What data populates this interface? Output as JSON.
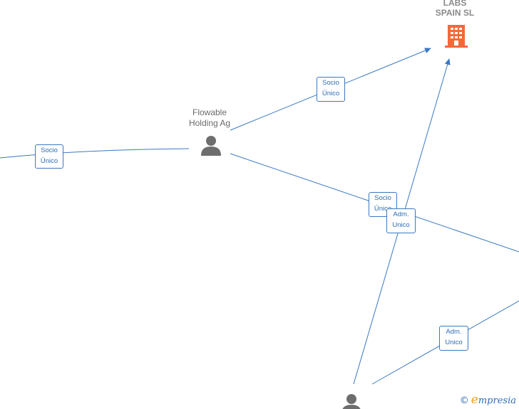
{
  "nodes": {
    "company": {
      "line1": "LABS",
      "line2": "SPAIN  SL",
      "icon": "building-icon",
      "color": "#f26a3a"
    },
    "holding": {
      "line1": "Flowable",
      "line2": "Holding Ag",
      "icon": "person-icon",
      "color": "#6e6e6e"
    },
    "bottom_person": {
      "icon": "person-icon",
      "color": "#6e6e6e"
    }
  },
  "edge_labels": {
    "holding_to_company": {
      "line1": "Socio",
      "line2": "Único"
    },
    "left_to_holding": {
      "line1": "Socio",
      "line2": "Único"
    },
    "holding_to_right": {
      "line1": "Socio",
      "line2": "Único"
    },
    "bottom_to_company": {
      "line1": "Adm.",
      "line2": "Unico"
    },
    "bottom_to_right": {
      "line1": "Adm.",
      "line2": "Unico"
    }
  },
  "edge_color": "#3a78c3",
  "watermark": {
    "copyright": "©",
    "brand_initial": "e",
    "brand_rest": "mpresia"
  }
}
